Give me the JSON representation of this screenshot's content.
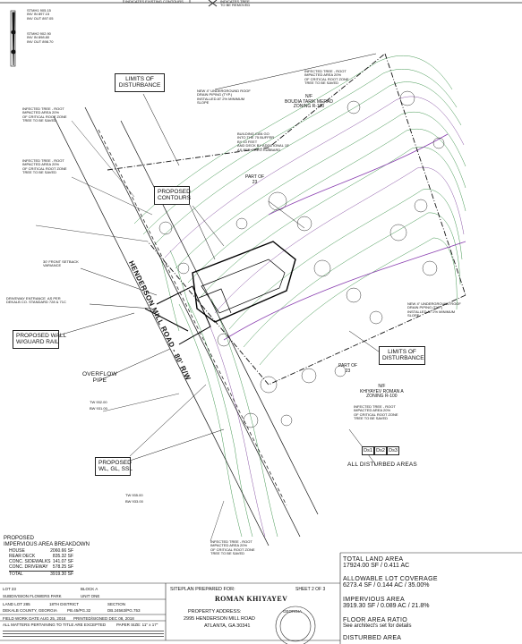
{
  "top": {
    "existing_contours": "INDICATES EXISTING CONTOURS",
    "tree_removed": "INDICATES TREE\nTO BE REMOVED",
    "storm1": [
      "STMH1 905.15",
      "INV IN 897.15",
      "INV OUT 897.05"
    ],
    "storm2": [
      "STMH2 902.90",
      "INV IN 898.80",
      "INV OUT 898.70"
    ]
  },
  "callouts": {
    "limits_top": "LIMITS OF\nDISTURBANCE",
    "limits_right": "LIMITS OF\nDISTURBANCE",
    "proposed_contours": "PROPOSED\nCONTOURS",
    "proposed_wall": "PROPOSED WALL\nW/GUARD RAIL",
    "driveway": "DRIVEWAY ENTRANCE  AS PER\nDEKALB CO. STANDARD 728 & 71C",
    "front_setback": "30' FRONT SETBACK\nVARIANCE",
    "overflow": "OVERFLOW\nPIPE",
    "proposed_wl": "PROPOSED\nWL, GL, SSL",
    "all_disturbed": "ALL DISTURBED AREAS",
    "ds_boxes": [
      "Ds1",
      "Ds2",
      "Ds3"
    ],
    "neighbor_top": "N/F\nBOUDIA TARIK MERAD\nZONING R-100",
    "neighbor_right": "N/F\nKHIYAYEV ROMAN A\nZONING R-100",
    "part_of_top": "PART OF\n23",
    "part_of_right": "PART OF\n23",
    "road_name": "HENDERSON MILL ROAD - 80' R/W",
    "building_note": "BUILDING CAN GO\nINTO THE 75 BUFFER\nBY 10 FEET\nAND DECK BY ADDITIONAL 15'\nAS PER GREG HUBBARD",
    "underground_note": "NEW 4\" UNDERGROUND ROOF\nDRAIN PIPING (TYP.)\nINSTALLED AT 2% MINIMUM\nSLOPE",
    "tree_note": "INFECTED TREE - ROOT\nIMPACTED AREA 20%\nOF CRITICAL ROOT ZONE\nTREE TO BE SAVED",
    "wall_notes": [
      "TW 932.00",
      "BW 931.00",
      "TW 935.00",
      "BW 933.00"
    ]
  },
  "impervious": {
    "title": "PROPOSED\nIMPERVIOUS AREA BREAKDOWN",
    "rows": [
      {
        "item": "HOUSE",
        "value": "2060.66 SF"
      },
      {
        "item": "REAR DECK",
        "value": "835.32 SF"
      },
      {
        "item": "CONC. SIDEWALKS",
        "value": "141.07 SF"
      },
      {
        "item": "CONC. DRIVEWAY",
        "value": "578.25 SF"
      }
    ],
    "total_label": "TOTAL",
    "total_value": "3919.30 SF"
  },
  "title_block": {
    "lot": "LOT 23",
    "block": "BLOCK A",
    "subdivision": "SUBDIVISION  FLOWERS PARK",
    "unit": "UNIT ONE",
    "land_lot": "LAND LOT 285",
    "district": "18TH DISTRICT",
    "section": "SECTION",
    "county": "DEKALB COUNTY, GEORGIA",
    "pb": "PB.45/PG.32",
    "db": "DB.24563/PG.753",
    "fieldwork": "FIELD WORK DATE AUG 25, 2018",
    "printed": "PRINTED/SIGNED DEC 08, 2018",
    "matters": "ALL MATTERS PERTAINING TO TITLE ARE EXCEPTED",
    "paper": "PAPER SIZE: 11\" x 17\"",
    "prepared_for": "SITEPLAN PREPARED FOR:",
    "sheet": "SHEET 2 OF 3",
    "client": "ROMAN KHIYAYEV",
    "property_label": "PROPERTY ADDRESS:",
    "address1": "2995 HENDERSON MILL ROAD",
    "address2": "ATLANTA, GA 30341"
  },
  "areas": {
    "total_land_label": "TOTAL LAND AREA",
    "total_land_value": "17924.00 SF / 0.411 AC",
    "allowable_label": "ALLOWABLE LOT COVERAGE",
    "allowable_value": "6273.4 SF / 0.144 AC / 35.00%",
    "impervious_label": "IMPERVIOUS AREA",
    "impervious_value": "3919.30 SF / 0.089 AC / 21.8%",
    "floor_label": "FLOOR AREA RATIO",
    "floor_value": "See architect's set for details",
    "disturbed_label": "DISTURBED AREA"
  },
  "seal": "GEORGIA"
}
